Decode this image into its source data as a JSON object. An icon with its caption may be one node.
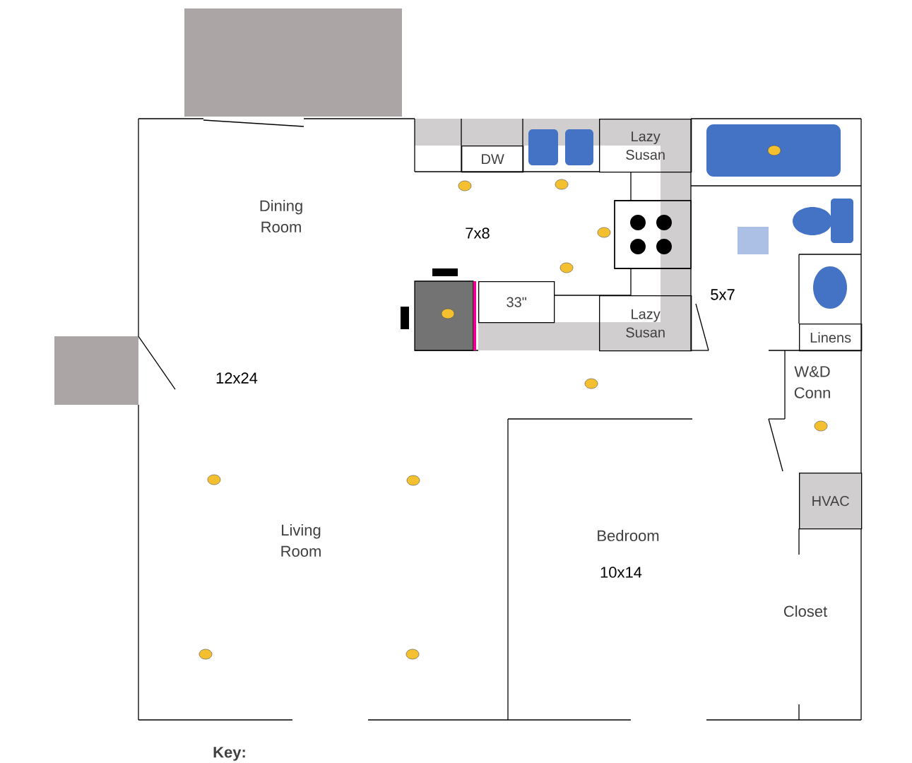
{
  "diagram": {
    "nodes": [
      {
        "text": [
          "DW"
        ]
      },
      {
        "text": [
          "Lazy Susan"
        ]
      },
      {
        "text": [
          "33\""
        ]
      },
      {
        "text": [
          "Lazy Susan"
        ]
      },
      {
        "text": [
          "Linens"
        ]
      },
      {
        "text": [
          "HVAC"
        ]
      }
    ],
    "labels": [
      "Dining Room",
      "7x8",
      "5x7",
      "12x24",
      "W&D Conn",
      "Living Room",
      "Bedroom",
      "10x14",
      "Closet",
      "Key:"
    ]
  }
}
